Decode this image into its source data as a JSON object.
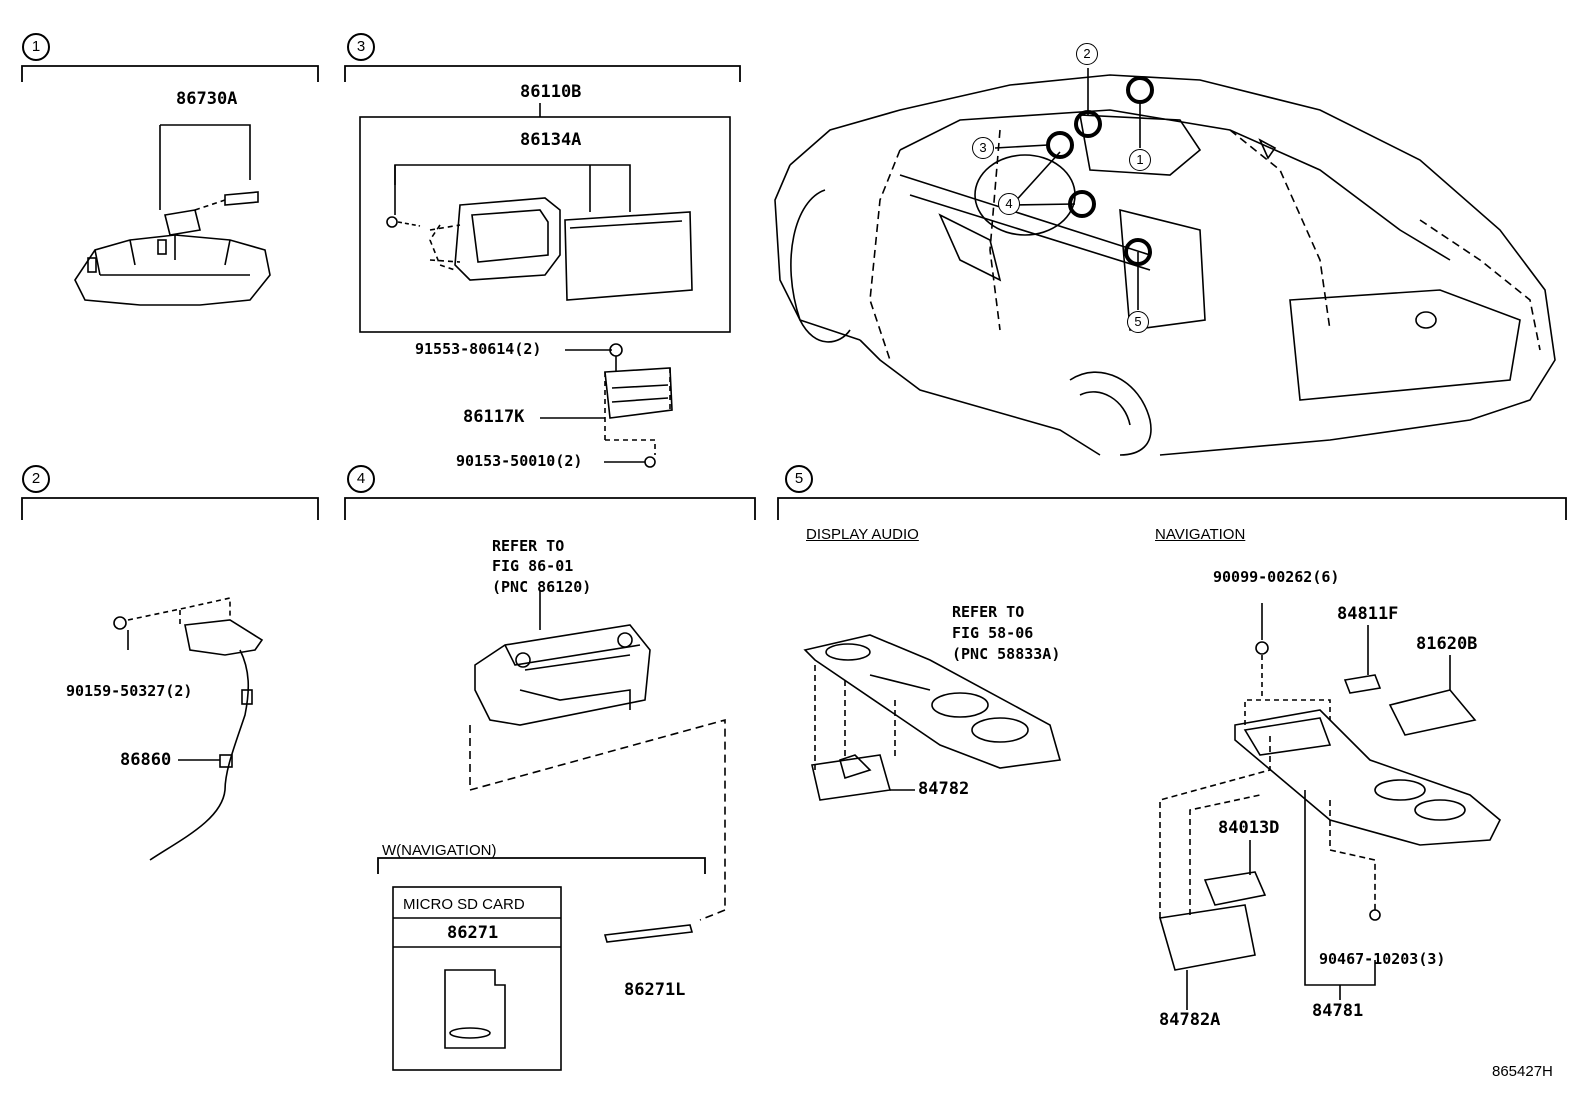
{
  "sections": {
    "s1": "1",
    "s2": "2",
    "s3": "3",
    "s4": "4",
    "s5": "5"
  },
  "car_callouts": [
    "2",
    "3",
    "1",
    "4",
    "5"
  ],
  "parts": {
    "p86730A": "86730A",
    "p86110B": "86110B",
    "p86134A": "86134A",
    "p91553": "91553-80614(2)",
    "p86117K": "86117K",
    "p90153": "90153-50010(2)",
    "p90159": "90159-50327(2)",
    "p86860": "86860",
    "p86271": "86271",
    "p86271L": "86271L",
    "p84782": "84782",
    "p90099": "90099-00262(6)",
    "p84811F": "84811F",
    "p81620B": "81620B",
    "p84013D": "84013D",
    "p90467": "90467-10203(3)",
    "p84782A": "84782A",
    "p84781": "84781"
  },
  "refer_4": [
    "REFER TO",
    "FIG 86-01",
    "(PNC 86120)"
  ],
  "refer_5": [
    "REFER TO",
    "FIG 58-06",
    "(PNC 58833A)"
  ],
  "labels": {
    "display_audio": "DISPLAY AUDIO",
    "navigation": "NAVIGATION",
    "w_navigation": "W(NAVIGATION)",
    "micro_sd_card": "MICRO SD CARD",
    "diagram_id": "865427H"
  }
}
